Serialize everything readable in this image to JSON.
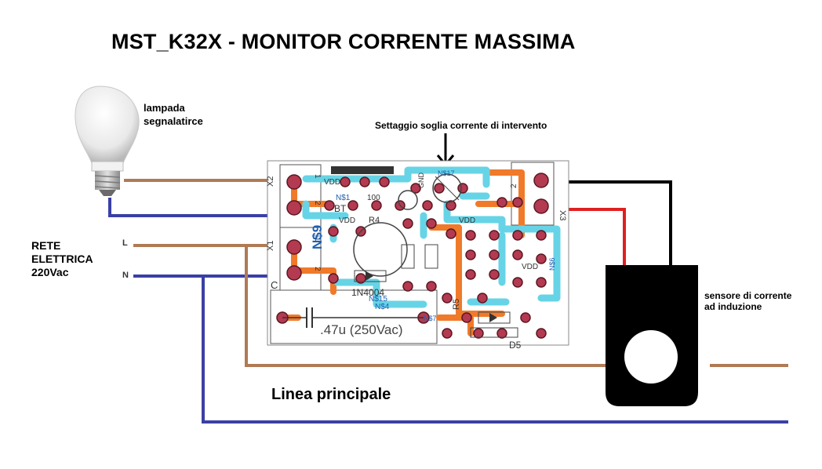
{
  "title": "MST_K32X  - MONITOR CORRENTE MASSIMA",
  "bulb": {
    "label_line1": "lampada",
    "label_line2": "segnalatirce",
    "icon": "light-bulb-icon"
  },
  "adjust": {
    "label": "Settaggio soglia corrente di intervento",
    "icon": "arrow-down-icon"
  },
  "mains": {
    "line1": "RETE",
    "line2": "ELETTRICA",
    "line3": "220Vac",
    "l": "L",
    "n": "N"
  },
  "main_line": {
    "label": "Linea principale"
  },
  "sensor": {
    "label_line1": "sensore di corrente",
    "label_line2": "ad induzione"
  },
  "pcb": {
    "x2": "X2",
    "x1": "X1",
    "x3": "X3",
    "ns9": "N$9",
    "cap": ".47u (250Vac)",
    "diode": "1N4004",
    "vdd": "VDD",
    "gnd": "GND",
    "r4": "R4",
    "r5": "R5",
    "d5": "D5",
    "ns1": "N$1",
    "ns4": "N$4",
    "ns15": "N$15",
    "ns6": "N$6",
    "ns7": "N$7",
    "ns17": "N$17",
    "n1": "1",
    "n2": "2",
    "n100": "100",
    "bt": "BT",
    "c": "C"
  },
  "colors": {
    "brown_wire": "#b07a55",
    "blue_wire": "#3a3fa6",
    "red_wire": "#e02020",
    "black_wire": "#000000",
    "pcb_trace": "#66d4e6",
    "pcb_pad": "#b33a50",
    "pcb_copper": "#f07a2a"
  }
}
